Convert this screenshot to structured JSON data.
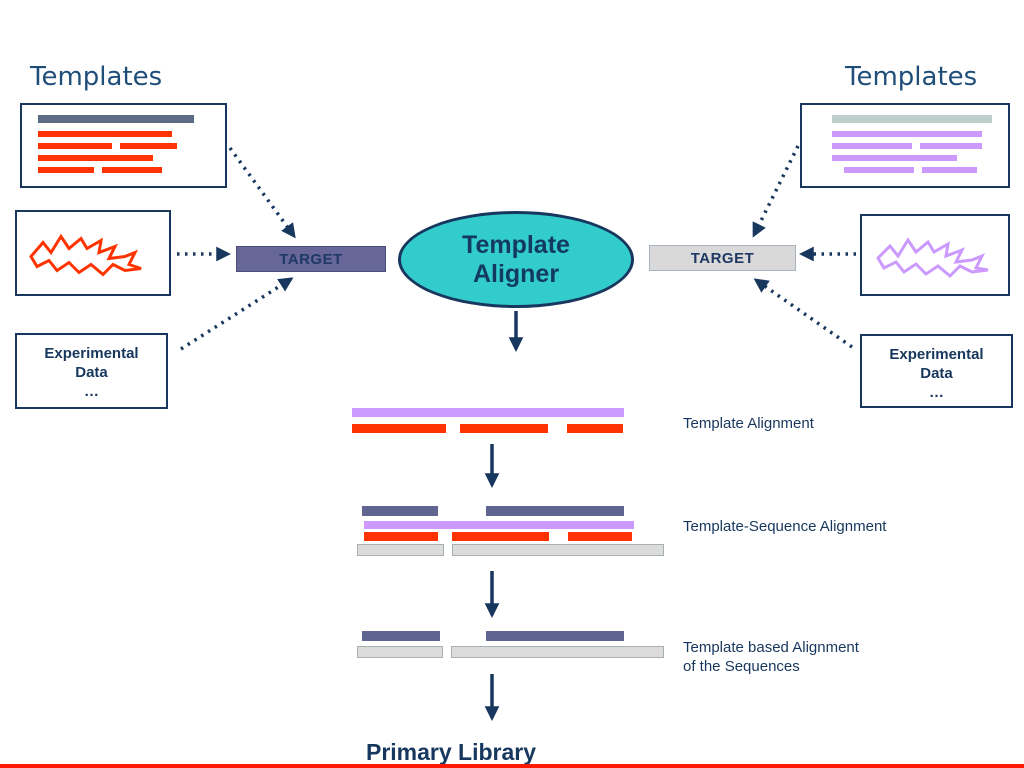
{
  "slide_title": "Template Aligner diagram",
  "colors": {
    "navy": "#17375E",
    "teal_ellipse": "#33CCCC",
    "red_accent": "#FF3300",
    "purple_accent": "#CC99FF",
    "slate_accent": "#5F6590",
    "gray_accent": "#DCDCDC",
    "target_left_bg": "#666699",
    "target_right_bg": "#D9D9D9"
  },
  "left": {
    "templates_label": "Templates",
    "target": "TARGET",
    "experimental": {
      "line1": "Experimental",
      "line2": "Data",
      "line3": "…"
    }
  },
  "right": {
    "templates_label": "Templates",
    "target": "TARGET",
    "experimental": {
      "line1": "Experimental",
      "line2": "Data",
      "line3": "…"
    }
  },
  "center": {
    "aligner_line1": "Template",
    "aligner_line2": "Aligner"
  },
  "alignment_steps": {
    "step1": {
      "label": "Template Alignment"
    },
    "step2": {
      "label": "Template-Sequence Alignment"
    },
    "step3": {
      "label_line1": "Template based Alignment",
      "label_line2": "of the Sequences"
    }
  },
  "footer": {
    "title": "Primary Library"
  }
}
